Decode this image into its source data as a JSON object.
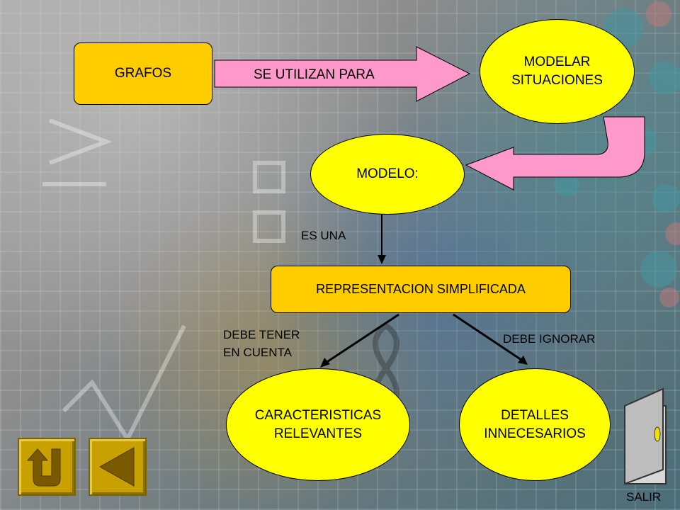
{
  "nodes": {
    "grafos": "GRAFOS",
    "modelar": "MODELAR\nSITUACIONES",
    "modelo": "MODELO:",
    "representacion": "REPRESENTACION SIMPLIFICADA",
    "caracteristicas": "CARACTERISTICAS\nRELEVANTES",
    "detalles": "DETALLES\nINNECESARIOS"
  },
  "connectors": {
    "se_utilizan": "SE UTILIZAN PARA",
    "es_una": "ES UNA",
    "debe_tener": "DEBE TENER\nEN CUENTA",
    "debe_ignorar": "DEBE IGNORAR"
  },
  "nav": {
    "salir": "SALIR",
    "back_icon": "u-turn-return-icon",
    "prev_icon": "triangle-left-icon",
    "exit_icon": "door-exit-icon"
  },
  "colors": {
    "rect_fill": "#ffcc00",
    "ellipse_fill": "#ffff00",
    "arrow_fill": "#ff99cc",
    "nav_button": "#c8a000"
  }
}
